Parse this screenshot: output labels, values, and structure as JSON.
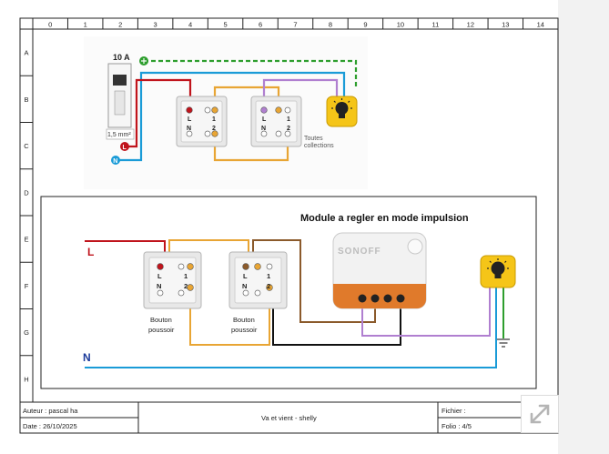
{
  "columns": [
    "0",
    "1",
    "2",
    "3",
    "4",
    "5",
    "6",
    "7",
    "8",
    "9",
    "10",
    "11",
    "12",
    "13",
    "14"
  ],
  "rows": [
    "A",
    "B",
    "C",
    "D",
    "E",
    "F",
    "G",
    "H"
  ],
  "top_diagram": {
    "breaker_label": "10 A",
    "wire_label": "1,5 mm²",
    "switch_left": {
      "l": "L",
      "n": "N",
      "one": "1",
      "two": "2"
    },
    "switch_right": {
      "l": "L",
      "n": "N",
      "one": "1",
      "two": "2"
    },
    "watermark": "Toutes collections",
    "line_marker": "L",
    "neutral_marker": "N"
  },
  "bottom_diagram": {
    "title": "Module a regler en mode impulsion",
    "label_l": "L",
    "label_n": "N",
    "pushbutton_left": {
      "l": "L",
      "n": "N",
      "one": "1",
      "two": "2",
      "caption_1": "Bouton",
      "caption_2": "poussoir"
    },
    "pushbutton_right": {
      "l": "L",
      "n": "N",
      "one": "1",
      "two": "2",
      "caption_1": "Bouton",
      "caption_2": "poussoir"
    },
    "module_brand": "SONOFF"
  },
  "title_block": {
    "author": "Auteur : pascal ha",
    "date": "Date : 26/10/2025",
    "title": "Va et vient - shelly",
    "file": "Fichier :",
    "folio": "Folio : 4/5"
  },
  "colors": {
    "phase": "#c0141c",
    "neutral": "#1a9bd7",
    "earth": "#2e9e2e",
    "traveler": "#e8a534",
    "lamp_return": "#b07fd0",
    "brown": "#8b5a2b",
    "module_orange": "#e07a2b",
    "lamp_yellow": "#f5c518"
  },
  "icons": {
    "expand": "expand-arrows-icon",
    "lamp": "lightbulb-icon",
    "earth": "ground-icon"
  }
}
